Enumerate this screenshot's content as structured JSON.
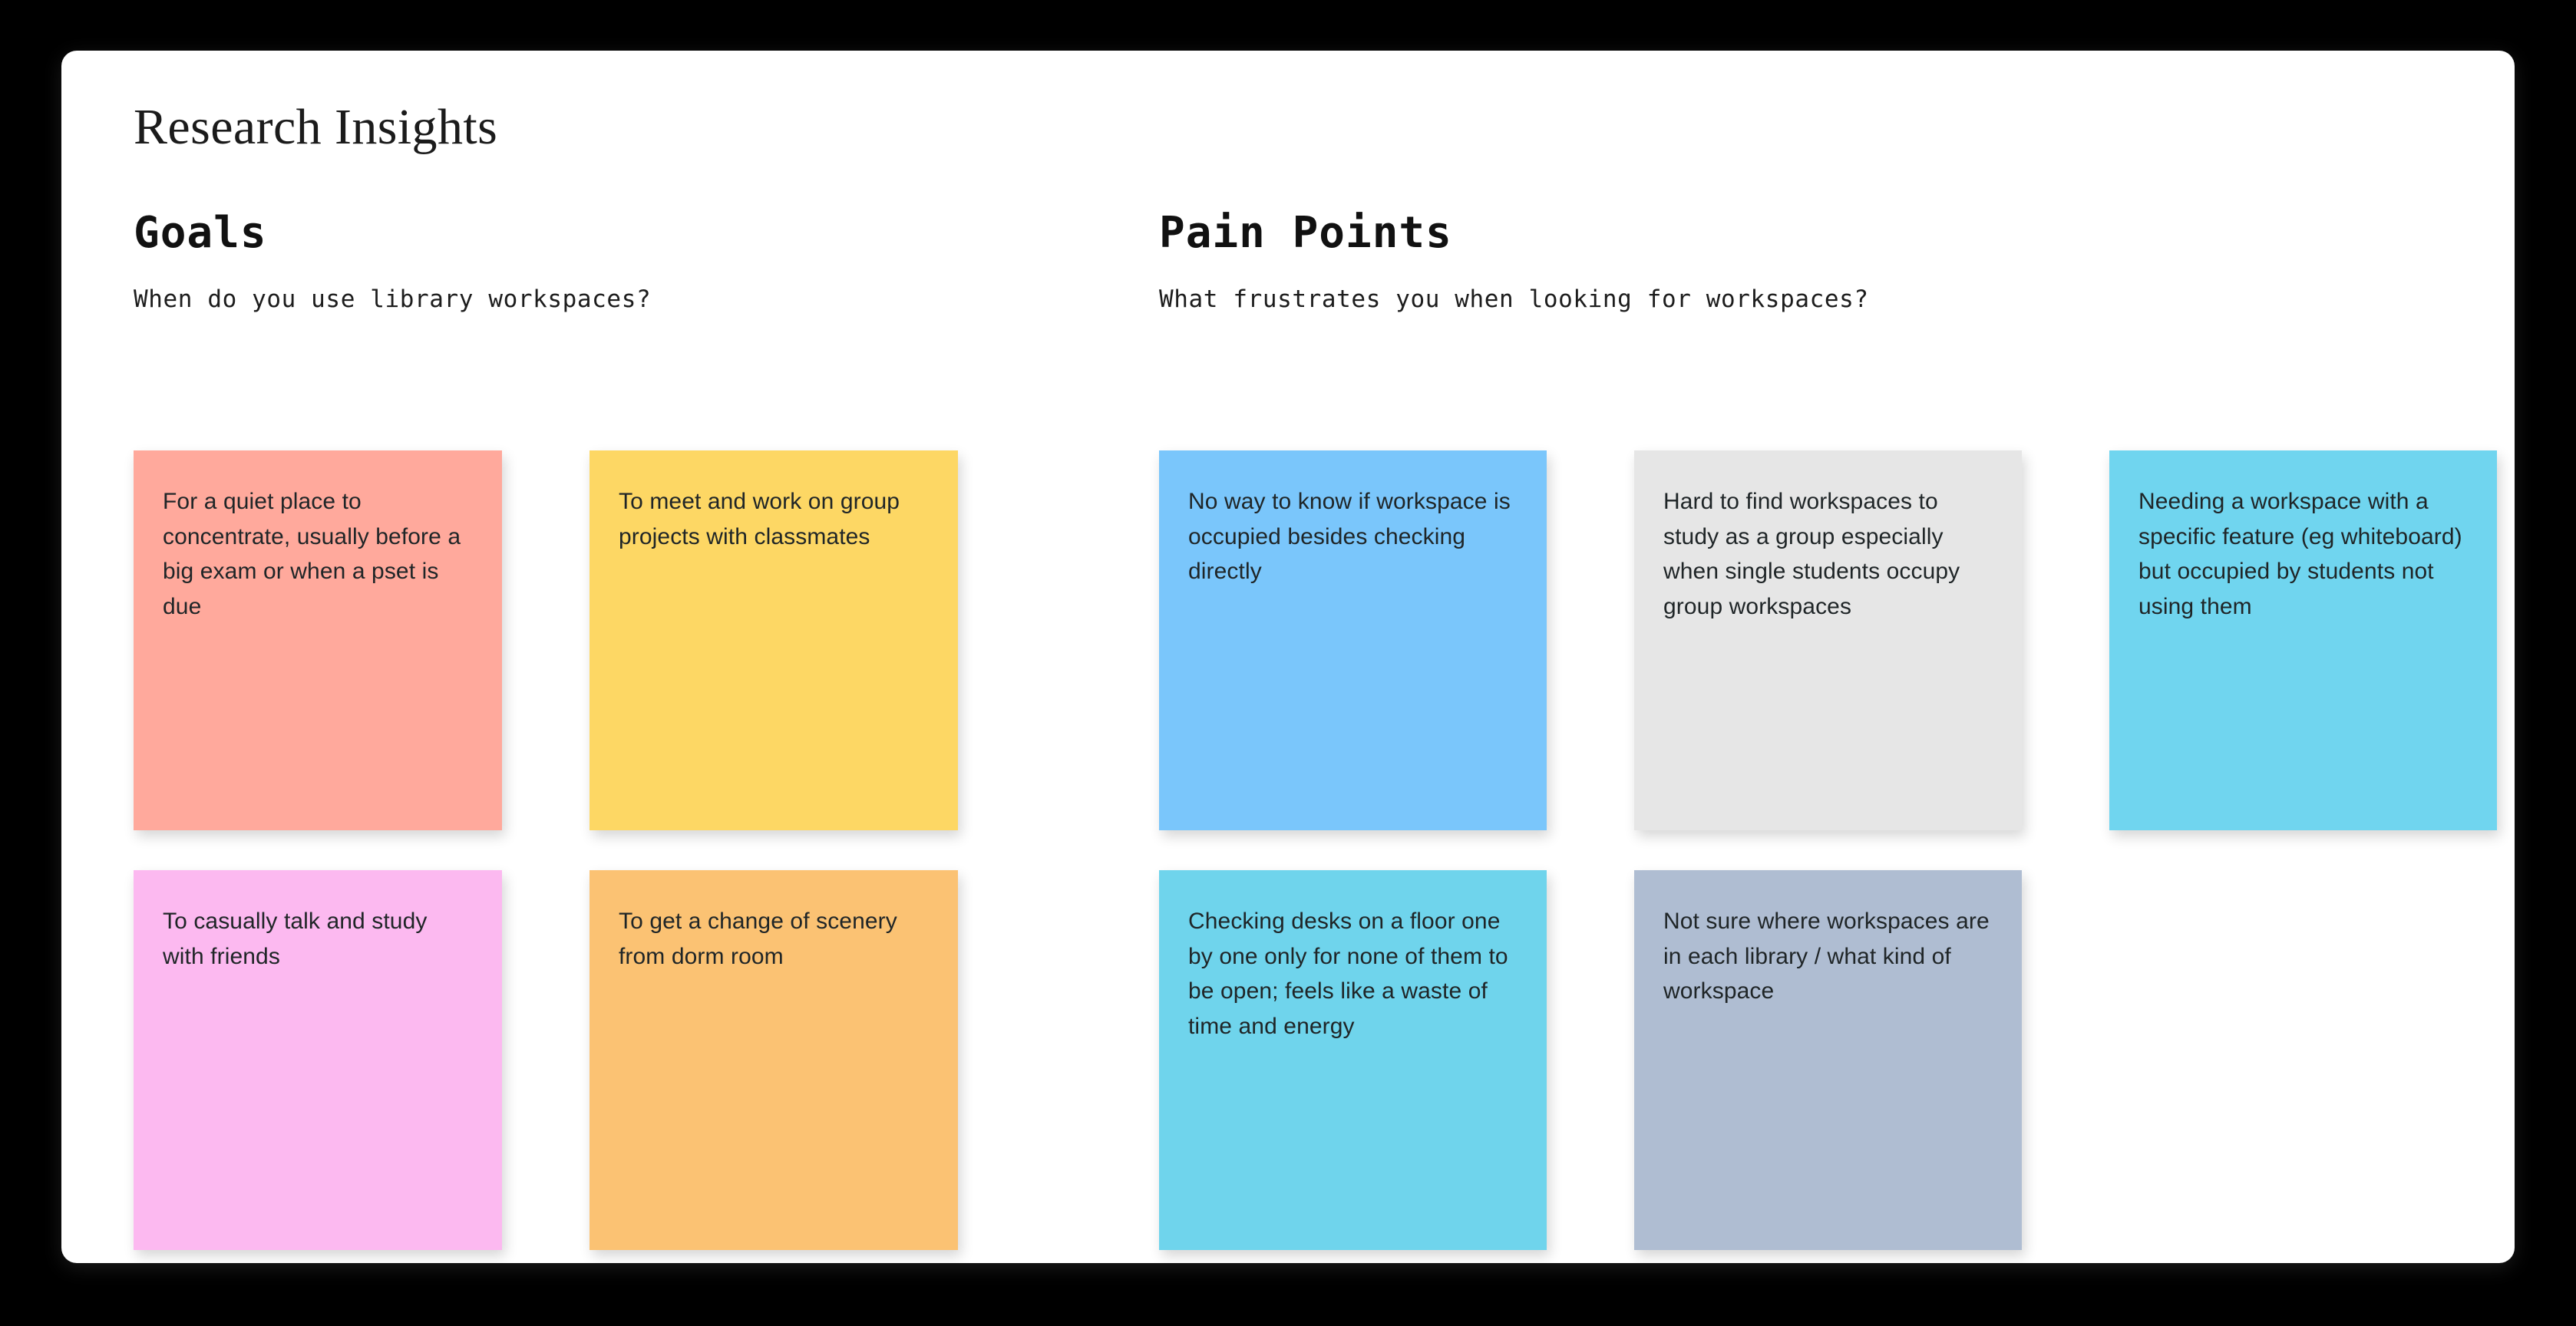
{
  "page": {
    "title": "Research Insights",
    "background_color": "#000000",
    "board_color": "#ffffff"
  },
  "sections": [
    {
      "id": "goals",
      "heading": "Goals",
      "subtitle": "When do you use library workspaces?",
      "cards": [
        {
          "text": "For a quiet place to concentrate, usually before a big exam or when a pset is due",
          "color": "#ffa99c"
        },
        {
          "text": "To meet and work on group projects with classmates",
          "color": "#fdd764"
        },
        {
          "text": "To casually talk and study with friends",
          "color": "#fcb9f0"
        },
        {
          "text": "To get a change of scenery from dorm room",
          "color": "#fbc273"
        }
      ]
    },
    {
      "id": "pain-points",
      "heading": "Pain Points",
      "subtitle": "What frustrates you when looking for workspaces?",
      "cards": [
        {
          "text": "No way to know if workspace is occupied besides checking directly",
          "color": "#7ac6fb"
        },
        {
          "text": "Hard to find workspaces to study as a group especially when single students occupy group workspaces",
          "color": "#e6e6e6"
        },
        {
          "text": "Needing a workspace with a specific feature (eg whiteboard) but occupied by students not using them",
          "color": "#70d5ef"
        },
        {
          "text": "Checking desks on a floor one by one only for none of them to be open; feels like a waste of time and energy",
          "color": "#6fd4ec"
        },
        {
          "text": "Not sure where workspaces are in each library / what kind of workspace",
          "color": "#afbdd2"
        }
      ]
    }
  ]
}
